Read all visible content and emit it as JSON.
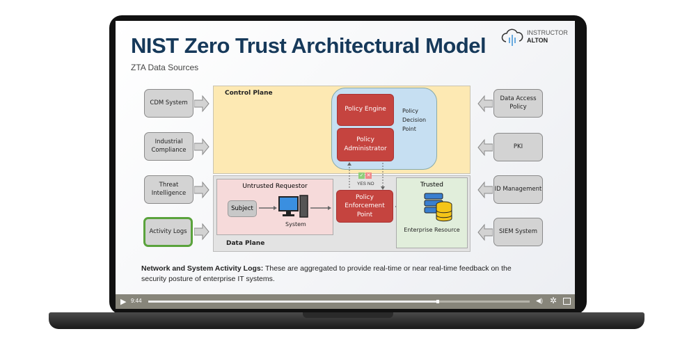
{
  "slide": {
    "title": "NIST Zero Trust Architectural Model",
    "subtitle": "ZTA Data Sources",
    "logo": {
      "line1": "INSTRUCTOR",
      "line2": "ALTON"
    },
    "left_sources": [
      "CDM System",
      "Industrial Compliance",
      "Threat Intelligence",
      "Activity Logs"
    ],
    "right_sources": [
      "Data Access Policy",
      "PKI",
      "ID Management",
      "SIEM System"
    ],
    "highlighted_source": "Activity Logs",
    "control_plane": "Control Plane",
    "data_plane": "Data Plane",
    "policy_engine": "Policy Engine",
    "policy_administrator": "Policy Administrator",
    "pdp_label": "Policy Decision Point",
    "pep": "Policy Enforcement Point",
    "yes": "YES",
    "no": "NO",
    "untrusted": "Untrusted Requestor",
    "subject": "Subject",
    "system": "System",
    "trusted": "Trusted",
    "enterprise_resource": "Enterprise Resource",
    "description_bold": "Network and System Activity Logs:",
    "description": " These are aggregated to provide real-time or near real-time feedback on the security posture of enterprise IT systems."
  },
  "player": {
    "time": "9:44",
    "progress": 0.76
  },
  "colors": {
    "title": "#16395a",
    "control_plane": "#fde9b3",
    "data_plane": "#e3e3e3",
    "pdp": "#c6dff2",
    "red": "#c5443f",
    "highlight": "#5aa33c",
    "bar": "#87857a"
  }
}
